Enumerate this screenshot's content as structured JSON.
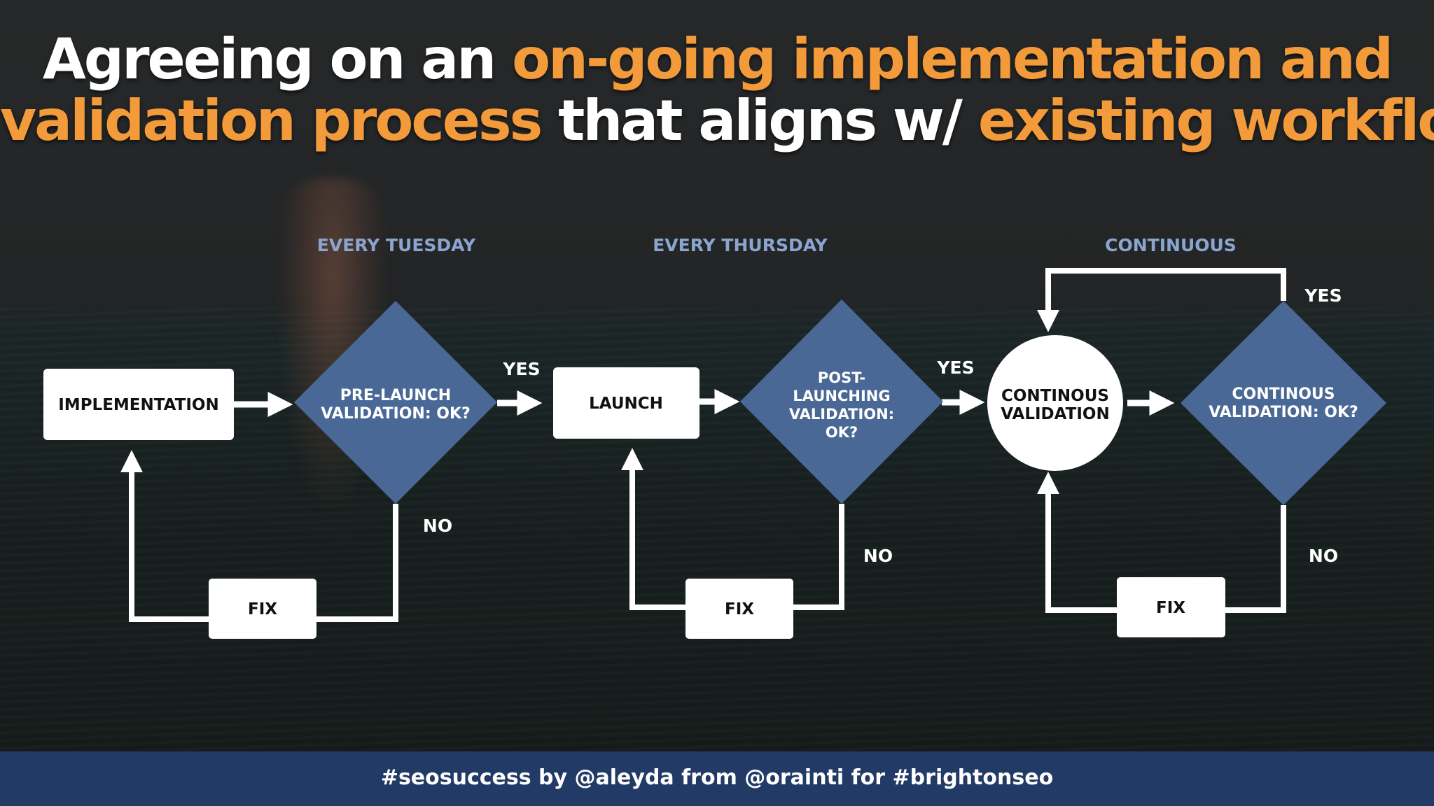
{
  "title": {
    "line1": [
      {
        "text": "Agreeing on an ",
        "color": "white"
      },
      {
        "text": "on-going implementation and",
        "color": "orange"
      }
    ],
    "line2": [
      {
        "text": "validation process",
        "color": "orange"
      },
      {
        "text": " that aligns w/ ",
        "color": "white"
      },
      {
        "text": "existing workflow",
        "color": "orange"
      }
    ]
  },
  "colors": {
    "accent_orange": "#f39a3a",
    "diamond_blue": "#4a6896",
    "section_label_blue": "#8ba5d1",
    "footer_bar": "#223a66"
  },
  "sections": [
    {
      "label": "EVERY TUESDAY"
    },
    {
      "label": "EVERY THURSDAY"
    },
    {
      "label": "CONTINUOUS"
    }
  ],
  "nodes": {
    "implementation": "IMPLEMENTATION",
    "prelaunch": [
      "PRE-LAUNCH",
      "VALIDATION: OK?"
    ],
    "fix1": "FIX",
    "launch": "LAUNCH",
    "postlaunch": [
      "POST-",
      "LAUNCHING",
      "VALIDATION:",
      "OK?"
    ],
    "fix2": "FIX",
    "continous_validation": [
      "CONTINOUS",
      "VALIDATION"
    ],
    "continous_check": [
      "CONTINOUS",
      "VALIDATION: OK?"
    ],
    "fix3": "FIX"
  },
  "edge_labels": {
    "yes1": "YES",
    "no1": "NO",
    "yes2": "YES",
    "no2": "NO",
    "yes3": "YES",
    "no3": "NO"
  },
  "footer": "#seosuccess by @aleyda from @orainti for #brightonseo"
}
